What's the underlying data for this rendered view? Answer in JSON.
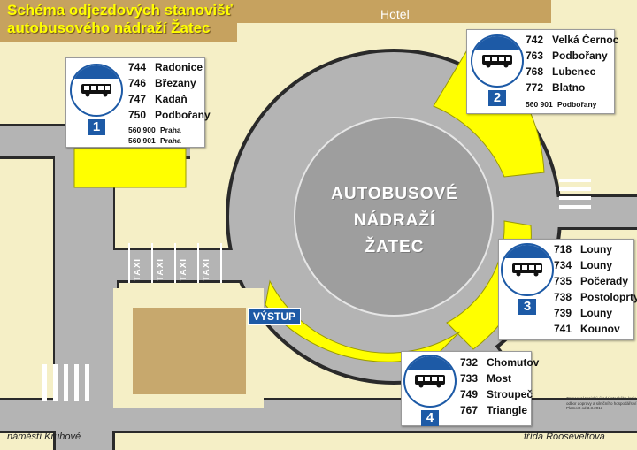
{
  "title": {
    "line1": "Schéma odjezdových stanovišť",
    "line2": "autobusového nádraží Žatec"
  },
  "hotel_label": "Hotel",
  "station_label": {
    "line1": "AUTOBUSOVÉ",
    "line2": "NÁDRAŽÍ",
    "line3": "ŽATEC"
  },
  "exit_label": "VÝSTUP",
  "taxi_labels": [
    "TAXI",
    "TAXI",
    "TAXI",
    "TAXI"
  ],
  "streets": {
    "left": "náměstí Kruhové",
    "right": "třída Rooseveltova"
  },
  "credit": "Zpracoval Krajský úřad Ústeckého kraje odbor dopravy a silničního hospodářství Platnost od 3.3.2013",
  "icons": {
    "stop_sign": "bus-stop-sign-icon",
    "bus": "bus-icon"
  },
  "colors": {
    "platform": "#ffff00",
    "road": "#b4b4b4",
    "sign_blue": "#1d5aa6",
    "background": "#f5efc6",
    "title_band": "#c6a25f",
    "title_text": "#ffff00"
  },
  "stops": [
    {
      "number": "1",
      "routes": [
        {
          "number": "744",
          "destination": "Radonice"
        },
        {
          "number": "746",
          "destination": "Březany"
        },
        {
          "number": "747",
          "destination": "Kadaň"
        },
        {
          "number": "750",
          "destination": "Podbořany"
        }
      ],
      "extra": [
        {
          "number": "560 900",
          "destination": "Praha"
        },
        {
          "number": "560 901",
          "destination": "Praha"
        }
      ]
    },
    {
      "number": "2",
      "routes": [
        {
          "number": "742",
          "destination": "Velká Černoc"
        },
        {
          "number": "763",
          "destination": "Podbořany"
        },
        {
          "number": "768",
          "destination": "Lubenec"
        },
        {
          "number": "772",
          "destination": "Blatno"
        }
      ],
      "extra": [
        {
          "number": "560 901",
          "destination": "Podbořany"
        }
      ]
    },
    {
      "number": "3",
      "routes": [
        {
          "number": "718",
          "destination": "Louny"
        },
        {
          "number": "734",
          "destination": "Louny"
        },
        {
          "number": "735",
          "destination": "Počerady"
        },
        {
          "number": "738",
          "destination": "Postoloprty"
        },
        {
          "number": "739",
          "destination": "Louny"
        },
        {
          "number": "741",
          "destination": "Kounov"
        }
      ],
      "extra": []
    },
    {
      "number": "4",
      "routes": [
        {
          "number": "732",
          "destination": "Chomutov"
        },
        {
          "number": "733",
          "destination": "Most"
        },
        {
          "number": "749",
          "destination": "Stroupeč"
        },
        {
          "number": "767",
          "destination": "Triangle"
        }
      ],
      "extra": []
    }
  ]
}
